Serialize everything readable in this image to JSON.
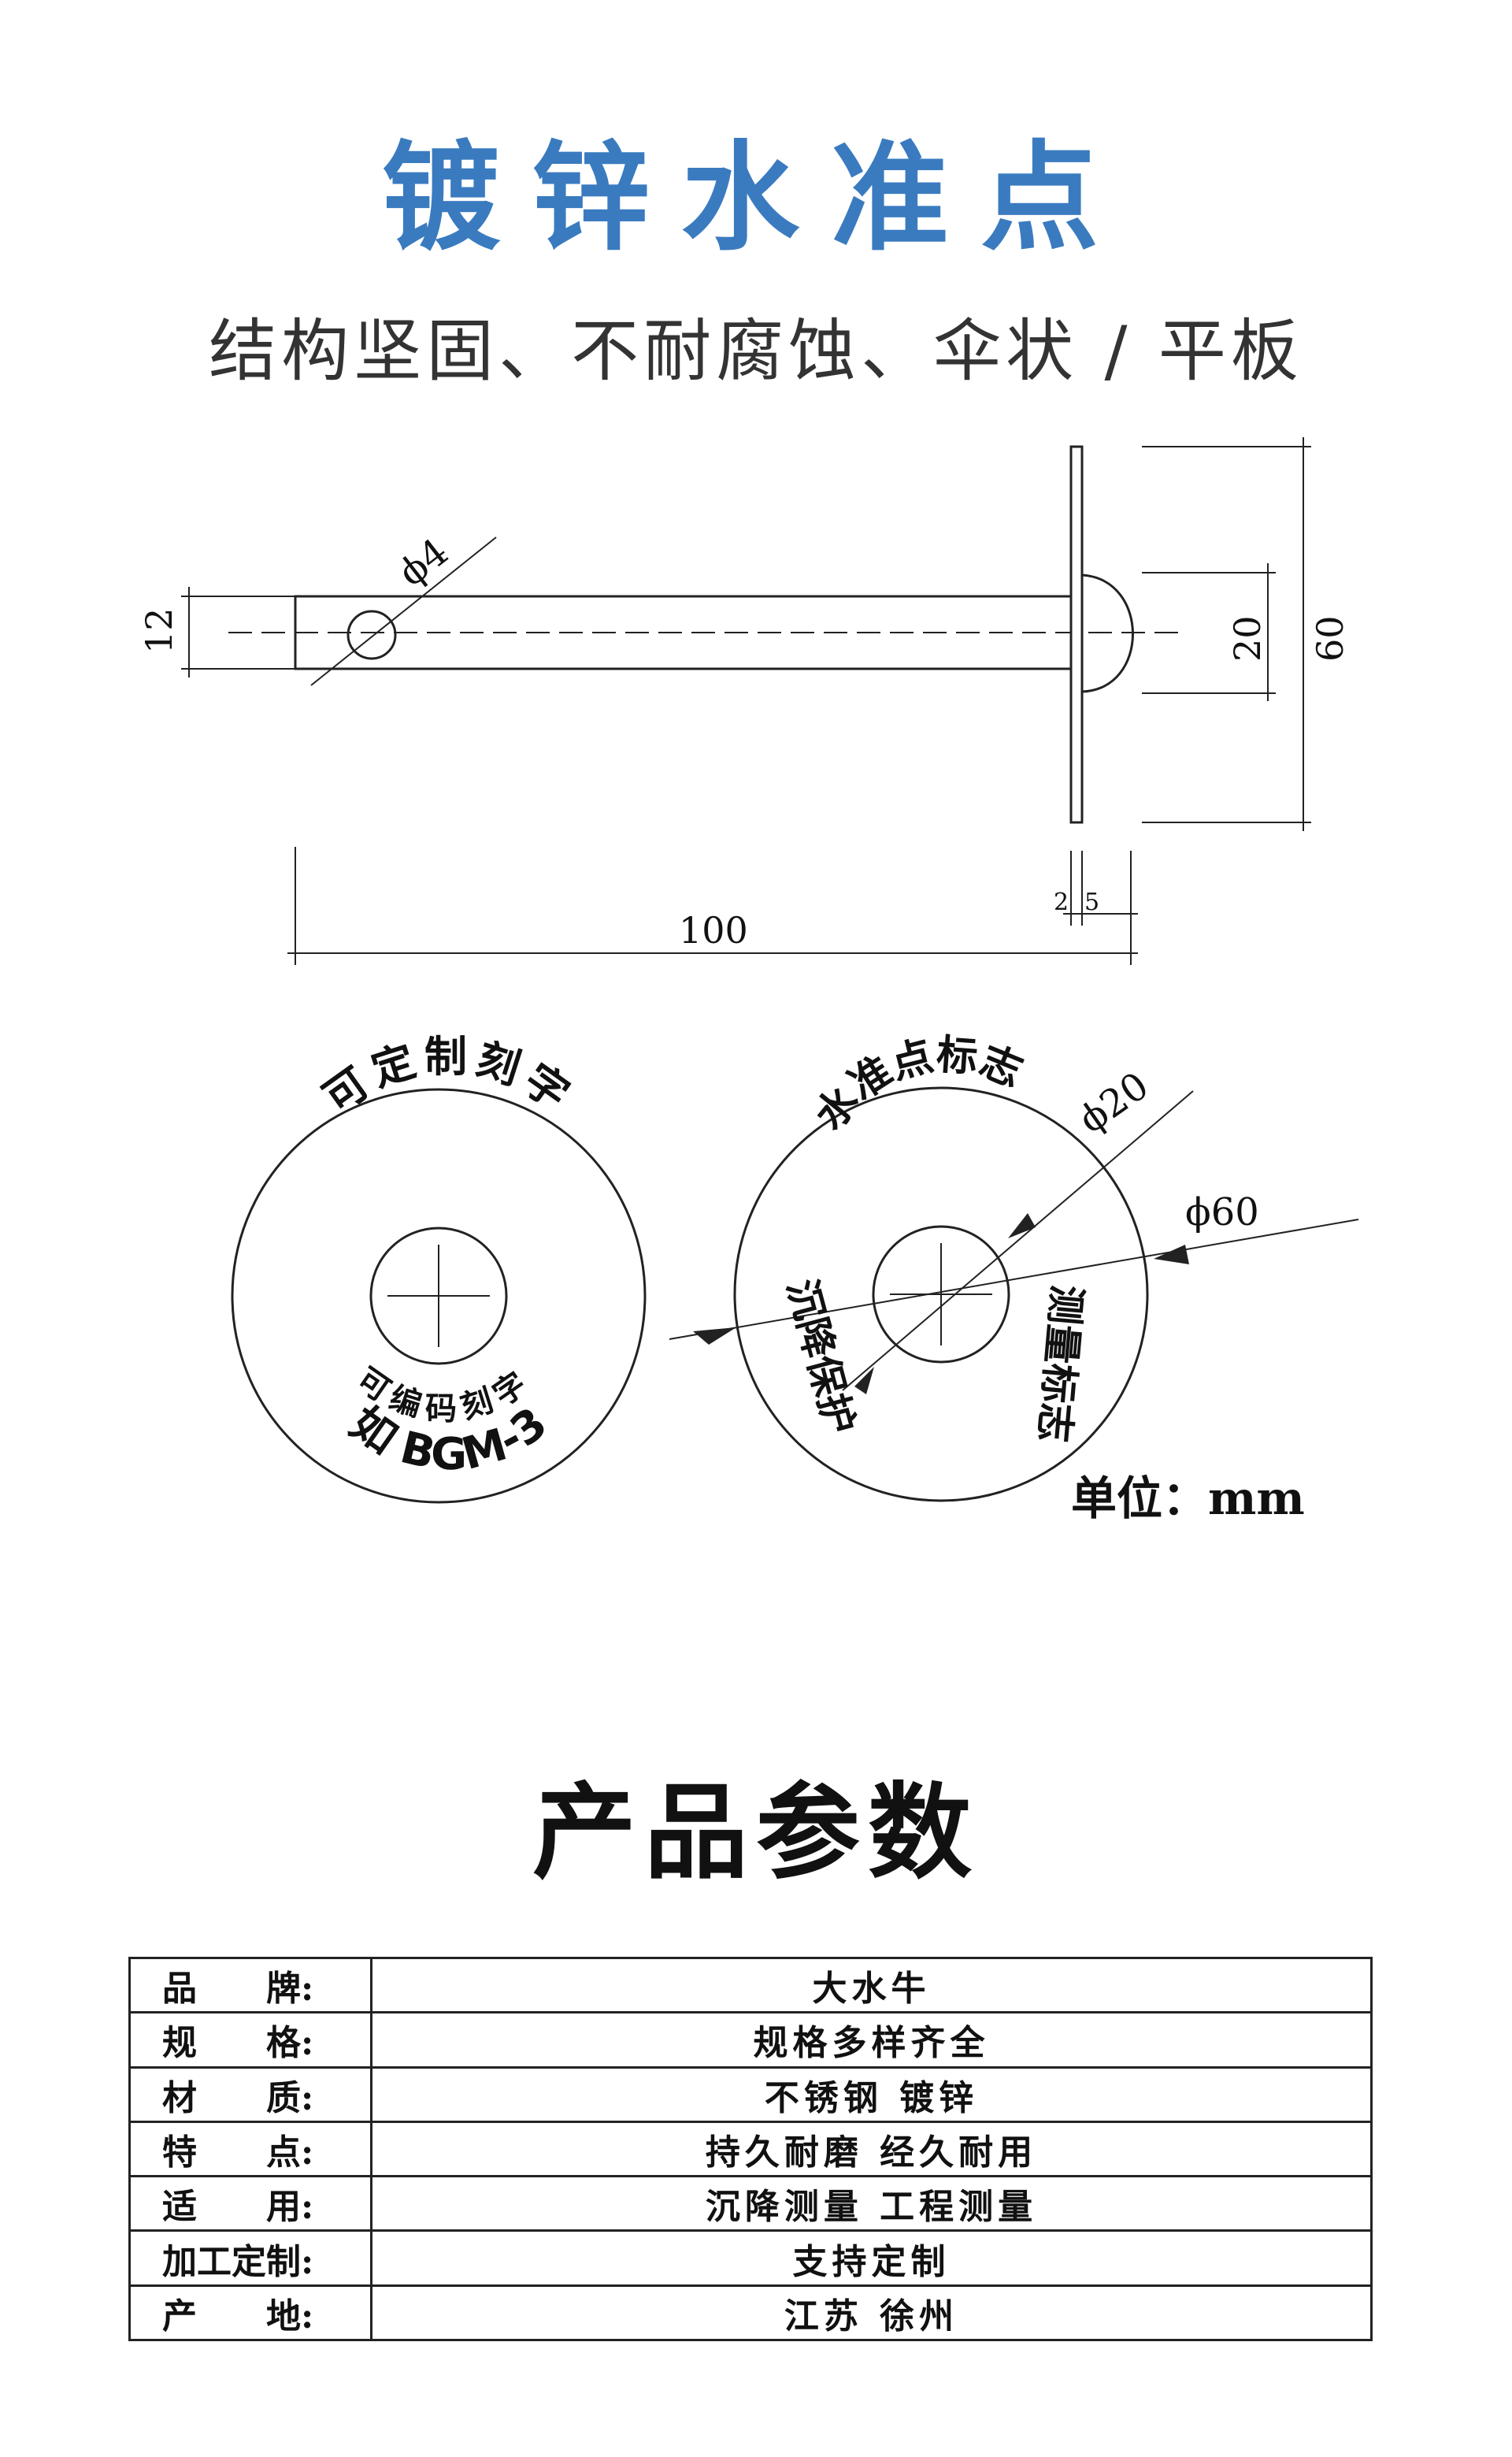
{
  "header": {
    "title": "镀锌水准点",
    "subtitle": "结构坚固、不耐腐蚀、伞状 / 平板"
  },
  "drawing": {
    "dims": {
      "hole": "ϕ4",
      "height": "12",
      "length": "100",
      "plate_thickness": "2",
      "head_width": "5",
      "dome_dia": "20",
      "plate_dia": "60",
      "face_inner": "ϕ20",
      "face_outer": "ϕ60"
    },
    "left_disc": {
      "top_text": "可定制刻字",
      "mid_text": "可编码刻字",
      "bottom_text": "如 BGM-3"
    },
    "right_disc": {
      "top_text": "水准点标志",
      "left_text": "沉降保护",
      "right_text": "测量标志"
    },
    "unit": "单位：mm"
  },
  "params": {
    "title": "产品参数",
    "rows": [
      {
        "label": "品　　牌:",
        "value": "大水牛"
      },
      {
        "label": "规　　格:",
        "value": "规格多样齐全"
      },
      {
        "label": "材　　质:",
        "value": "不锈钢 镀锌"
      },
      {
        "label": "特　　点:",
        "value": "持久耐磨 经久耐用"
      },
      {
        "label": "适　　用:",
        "value": "沉降测量 工程测量"
      },
      {
        "label": "加工定制:",
        "value": "支持定制"
      },
      {
        "label": "产　　地:",
        "value": "江苏 徐州"
      }
    ]
  }
}
